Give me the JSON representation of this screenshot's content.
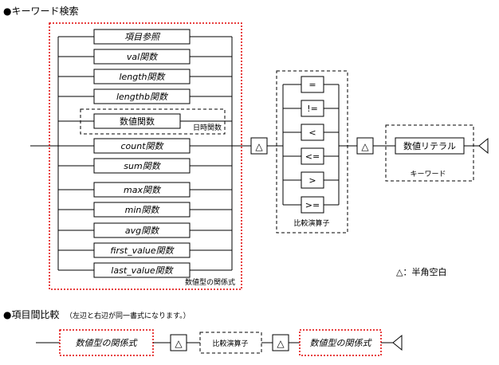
{
  "section1": {
    "title": "●キーワード検索"
  },
  "functions": [
    {
      "label": "項目参照",
      "italic": true
    },
    {
      "label": "val関数",
      "italic": true
    },
    {
      "label": "length関数",
      "italic": true
    },
    {
      "label": "lengthb関数",
      "italic": true
    },
    {
      "label": "count関数",
      "italic": true
    },
    {
      "label": "sum関数",
      "italic": true
    },
    {
      "label": "max関数",
      "italic": true
    },
    {
      "label": "min関数",
      "italic": true
    },
    {
      "label": "avg関数",
      "italic": true
    },
    {
      "label": "first_value関数",
      "italic": true
    },
    {
      "label": "last_value関数",
      "italic": true
    }
  ],
  "numeric_function": {
    "label": "数値関数",
    "group_label": "日時関数"
  },
  "numeric_group_label": "数値型の関係式",
  "space_symbol": "△",
  "operators": [
    "=",
    "!=",
    "<",
    "<=",
    ">",
    ">="
  ],
  "operator_group_label": "比較演算子",
  "keyword": {
    "label": "数値リテラル",
    "group_label": "キーワード"
  },
  "legend": "△：半角空白",
  "section2": {
    "title": "●項目間比較",
    "note": "（左辺と右辺が同一書式になります。）",
    "left_label": "数値型の関係式",
    "op_label": "比較演算子",
    "right_label": "数値型の関係式"
  }
}
